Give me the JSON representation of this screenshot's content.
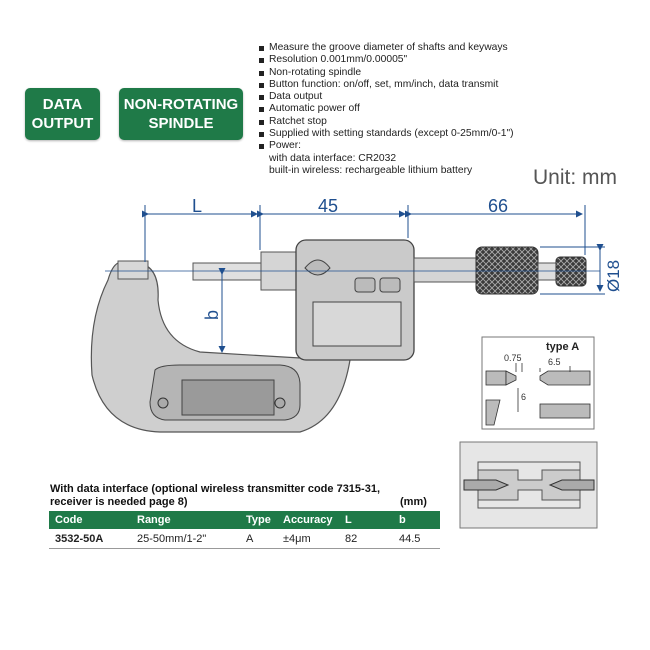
{
  "badges": {
    "data_output": [
      "DATA",
      "OUTPUT"
    ],
    "non_rotating": [
      "NON-ROTATING",
      "SPINDLE"
    ]
  },
  "features": [
    {
      "text": "Measure the groove diameter of shafts and keyways",
      "bullet": true
    },
    {
      "text": "Resolution 0.001mm/0.00005\"",
      "bullet": true
    },
    {
      "text": "Non-rotating spindle",
      "bullet": true
    },
    {
      "text": "Button function: on/off, set, mm/inch, data transmit",
      "bullet": true
    },
    {
      "text": "Data output",
      "bullet": true
    },
    {
      "text": "Automatic power off",
      "bullet": true
    },
    {
      "text": "Ratchet stop",
      "bullet": true
    },
    {
      "text": "Supplied with setting standards (except 0-25mm/0-1\")",
      "bullet": true
    },
    {
      "text": "Power:",
      "bullet": true
    },
    {
      "text": "with data interface: CR2032",
      "bullet": false
    },
    {
      "text": "built-in wireless: rechargeable lithium battery",
      "bullet": false
    }
  ],
  "unit": "Unit: mm",
  "drawing": {
    "dim_L": "L",
    "dim_45": "45",
    "dim_66": "66",
    "dim_b": "b",
    "dim_dia": "Ø18",
    "type_label": "type A",
    "tip_075": "0.75",
    "tip_65": "6.5",
    "tip_6": "6"
  },
  "colors": {
    "green": "#1f7a48",
    "dim_blue": "#1f4f8f",
    "body_gray": "#c8c8c8"
  },
  "table": {
    "caption_line1": "With data interface (optional wireless transmitter code 7315-31,",
    "caption_line2": "receiver is needed page 8)",
    "units": "(mm)",
    "headers": [
      "Code",
      "Range",
      "Type",
      "Accuracy",
      "L",
      "b"
    ],
    "rows": [
      [
        "3532-50A",
        "25-50mm/1-2\"",
        "A",
        "±4μm",
        "82",
        "44.5"
      ]
    ]
  }
}
